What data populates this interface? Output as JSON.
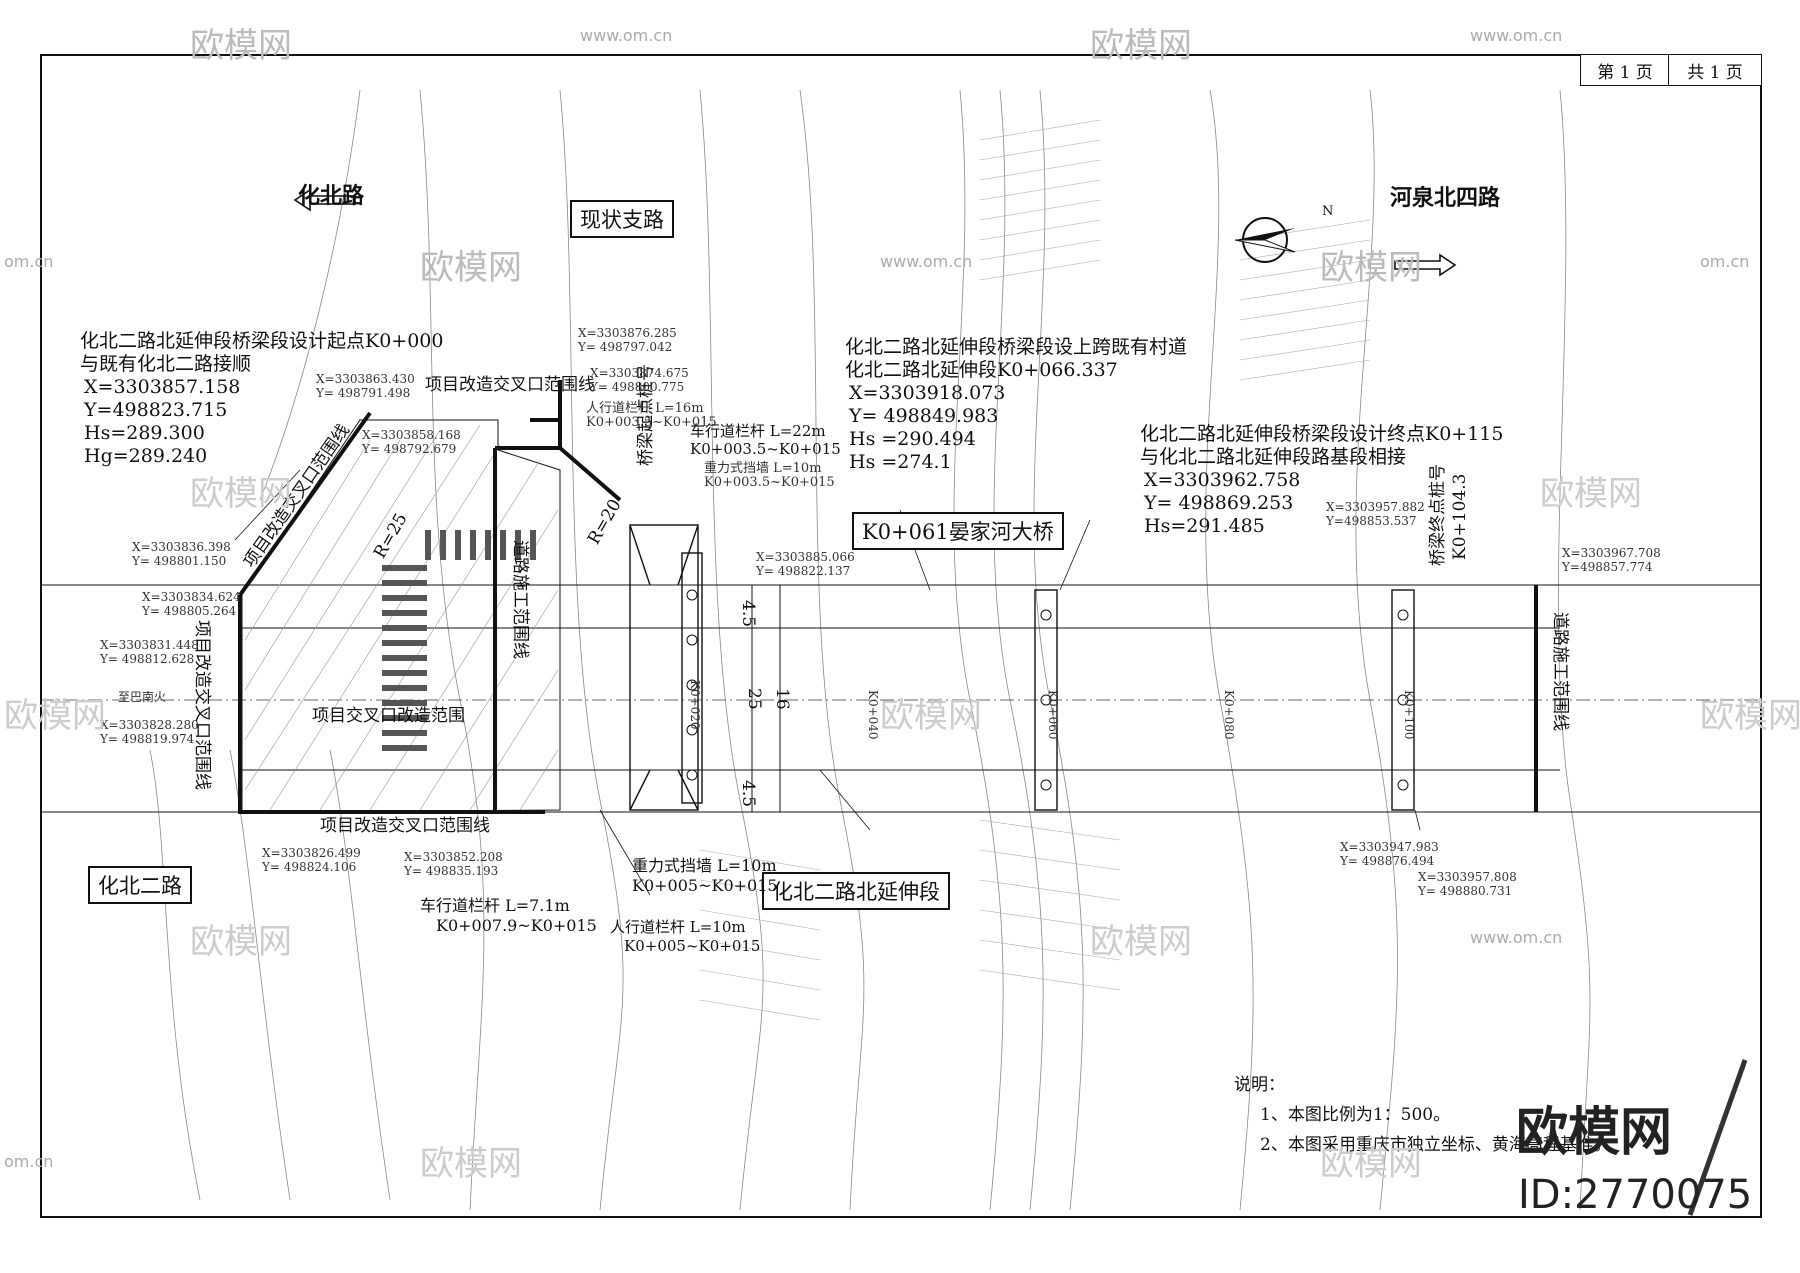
{
  "sheet": {
    "page_label": "第 1 页",
    "total_label": "共 1 页"
  },
  "roads": {
    "huabei_road": "化北路",
    "hequan_road": "河泉北四路",
    "existing_branch": "现状支路",
    "huabei_er_road": "化北二路",
    "extension": "化北二路北延伸段",
    "bridge": "K0+061晏家河大桥"
  },
  "start_point": {
    "line1": "化北二路北延伸段桥梁段设计起点K0+000",
    "line2": "与既有化北二路接顺",
    "x": "X=3303857.158",
    "y": "Y=498823.715",
    "hs": "Hs=289.300",
    "hg": "Hg=289.240"
  },
  "mid_point": {
    "line1": "化北二路北延伸段桥梁段设上跨既有村道",
    "line2": "化北二路北延伸段K0+066.337",
    "x": "X=3303918.073",
    "y": "Y= 498849.983",
    "hs": "Hs =290.494",
    "hs2": "Hs =274.1"
  },
  "end_point": {
    "line1": "化北二路北延伸段桥梁段设计终点K0+115",
    "line2": "与化北二路北延伸段路基段相接",
    "x": "X=3303962.758",
    "y": "Y= 498869.253",
    "hs": "Hs=291.485"
  },
  "labels": {
    "intersection_range_top": "项目改造交叉口范围线",
    "intersection_range_diag": "项目改造交叉口范围线",
    "intersection_range_left": "项目改造交叉口范围线",
    "intersection_range_bottom": "项目改造交叉口范围线",
    "intersection_area": "项目交叉口改造范围",
    "road_construction_left": "道路施工范围线",
    "road_construction_right": "道路施工范围线",
    "bridge_start": "桥梁起点桩号",
    "bridge_end": "桥梁终点桩号",
    "bridge_end_station": "K0+104.3",
    "radius_25": "R=25",
    "radius_20": "R=20",
    "dim_45_top": "4.5",
    "dim_16": "16",
    "dim_25": "25",
    "dim_45_bottom": "4.5",
    "station_k0_040": "K0+040",
    "station_k0_060": "K0+060",
    "station_k0_080": "K0+080",
    "station_k0_100": "K0+100",
    "station_k0_020": "K0+020",
    "to_place": "至巴南火"
  },
  "railings": {
    "ped_rail_top": "人行道栏杆 L=16m",
    "ped_rail_top_range": "K0+003.5~K0+015",
    "veh_rail_top": "车行道栏杆  L=22m",
    "veh_rail_top_range": "K0+003.5~K0+015",
    "wall_top": "重力式挡墙  L=10m",
    "wall_top_range": "K0+003.5~K0+015",
    "wall_bottom": "重力式挡墙  L=10m",
    "wall_bottom_range": "K0+005~K0+015",
    "veh_rail_bottom": "车行道栏杆  L=7.1m",
    "veh_rail_bottom_range": "K0+007.9~K0+015",
    "ped_rail_bottom": "人行道栏杆  L=10m",
    "ped_rail_bottom_range": "K0+005~K0+015"
  },
  "coords": {
    "c1x": "X=3303876.285",
    "c1y": "Y= 498797.042",
    "c2x": "X=3303874.675",
    "c2y": "Y= 498800.775",
    "c3x": "X=3303863.430",
    "c3y": "Y= 498791.498",
    "c4x": "X=3303858.168",
    "c4y": "Y= 498792.679",
    "c5x": "X=3303836.398",
    "c5y": "Y= 498801.150",
    "c6x": "X=3303834.624",
    "c6y": "Y= 498805.264",
    "c7x": "X=3303831.448",
    "c7y": "Y= 498812.628",
    "c8x": "X=3303828.280",
    "c8y": "Y= 498819.974",
    "c9x": "X=3303826.499",
    "c9y": "Y= 498824.106",
    "c10x": "X=3303852.208",
    "c10y": "Y= 498835.193",
    "c11x": "X=3303885.066",
    "c11y": "Y= 498822.137",
    "c12x": "X=3303957.882",
    "c12y": "Y=498853.537",
    "c13x": "X=3303967.708",
    "c13y": "Y=498857.774",
    "c14x": "X=3303947.983",
    "c14y": "Y= 498876.494",
    "c15x": "X=3303957.808",
    "c15y": "Y= 498880.731"
  },
  "notes": {
    "title": "说明：",
    "n1": "1、本图比例为1：500。",
    "n2": "2、本图采用重庆市独立坐标、黄海高程基准。"
  },
  "watermark": {
    "brand": "欧模网",
    "id": "ID:2770075",
    "site": "www.om.cn",
    "site_short": "om.cn"
  }
}
